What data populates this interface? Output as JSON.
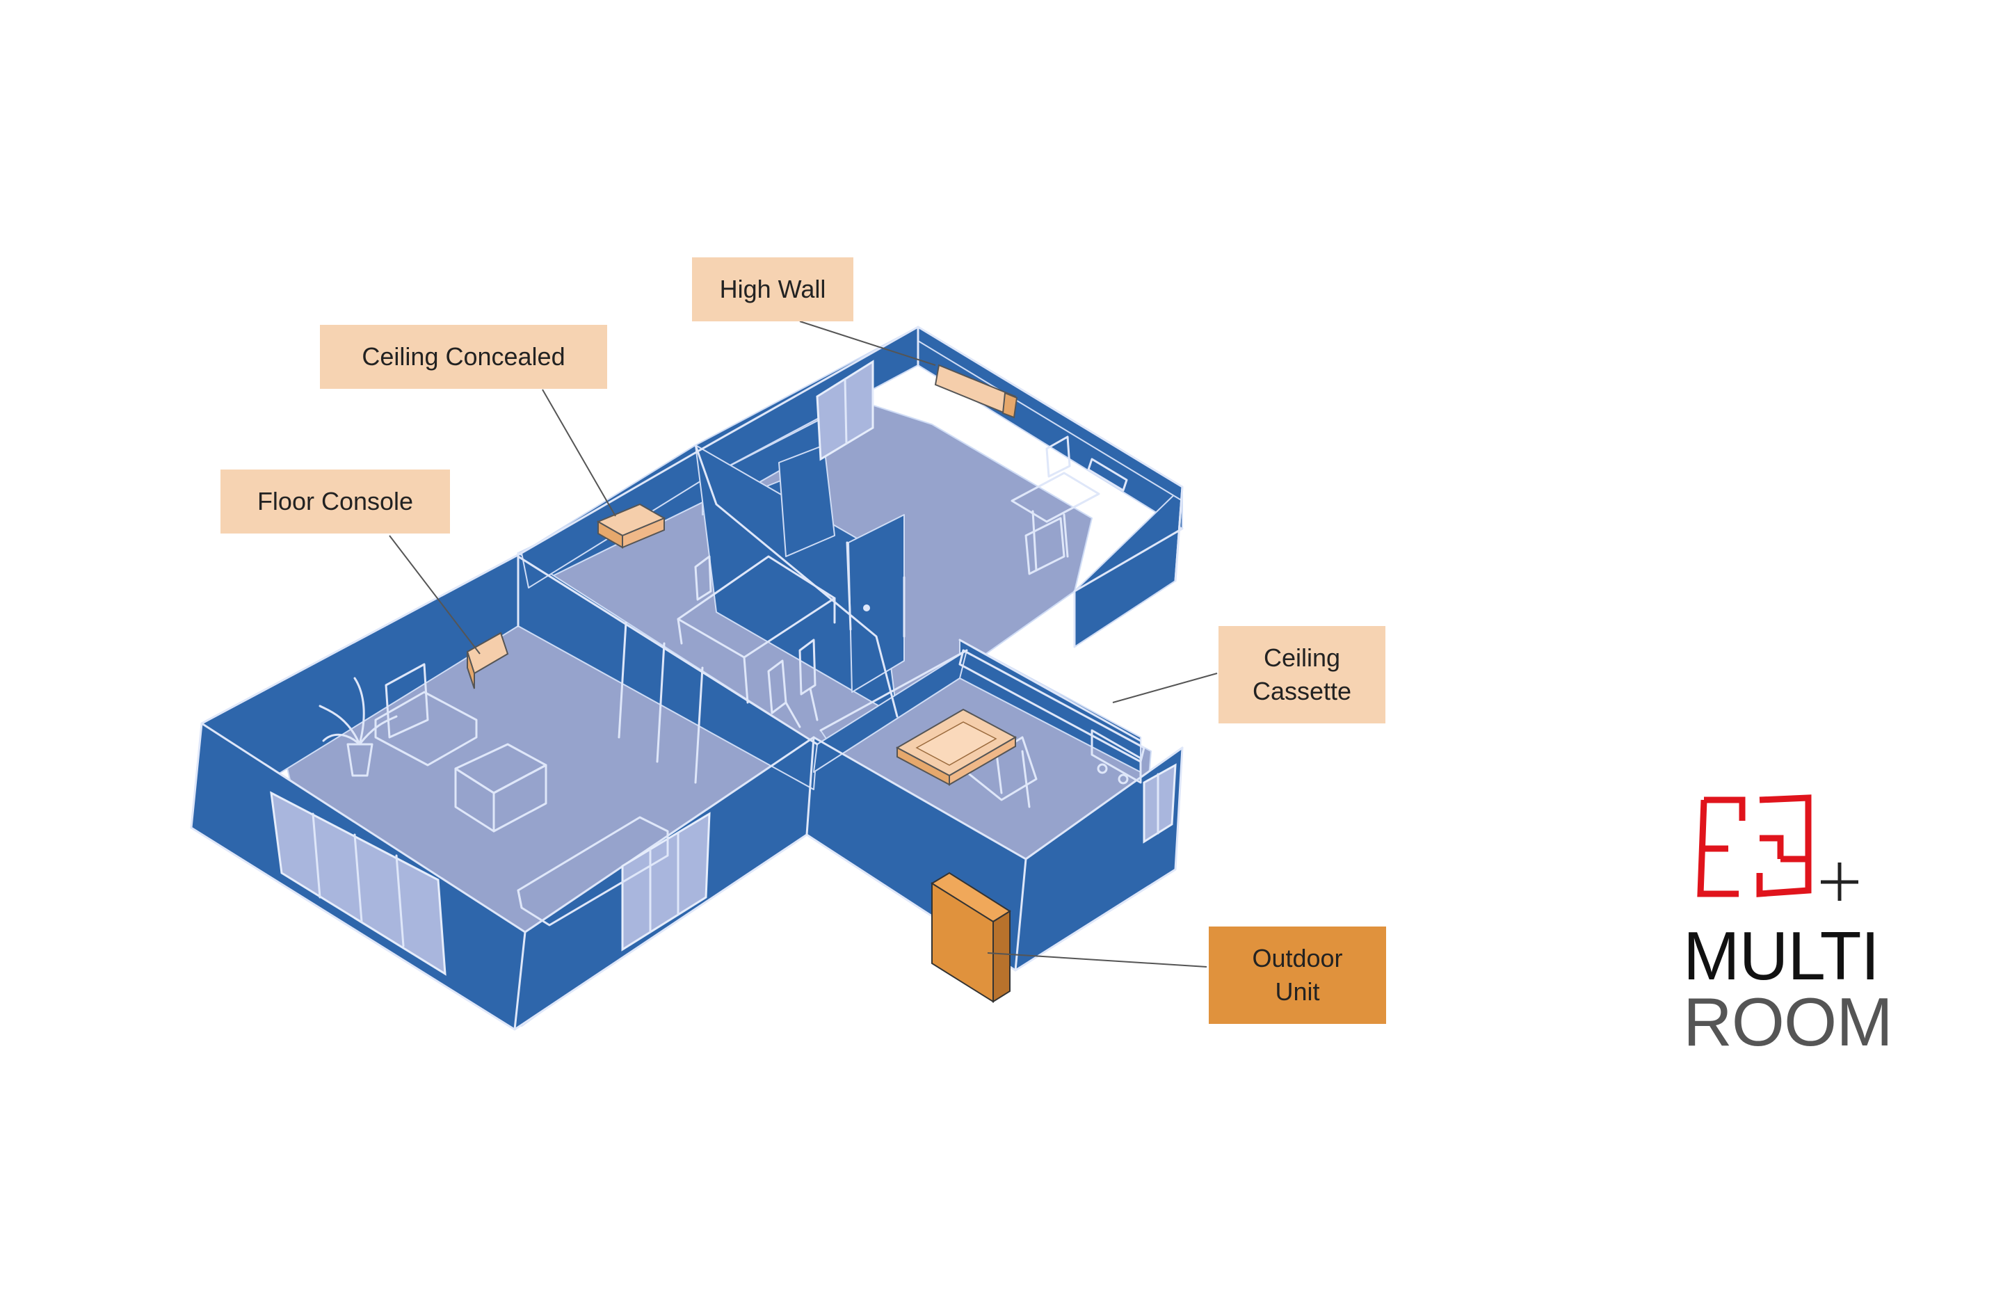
{
  "colors": {
    "wall": "#2e66ab",
    "wall_dark": "#23568f",
    "floor": "#96a3cc",
    "lines": "#d8e2f7",
    "unit_light": "#f5ceab",
    "unit_dark": "#e0923d",
    "logo_red": "#e0141c",
    "logo_black": "#111111",
    "logo_gray": "#555555"
  },
  "callouts": {
    "high_wall": "High Wall",
    "ceiling_concealed": "Ceiling Concealed",
    "floor_console": "Floor Console",
    "ceiling_cassette": [
      "Ceiling",
      "Cassette"
    ],
    "outdoor_unit": [
      "Outdoor",
      "Unit"
    ]
  },
  "logo": {
    "line1": "MULTI",
    "line2": "ROOM",
    "plus": "+"
  }
}
